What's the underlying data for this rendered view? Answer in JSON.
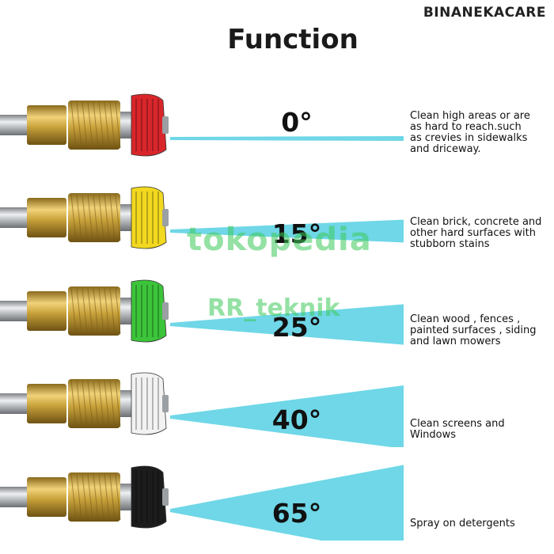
{
  "brand": "BINANEKACARE",
  "title": "Function",
  "nozzles": [
    {
      "angle": "0°",
      "color": "#d9262b",
      "description": "Clean high areas or are\nas hard to reach.such\nas crevies in sidewalks\nand driceway.",
      "spray": 0.02
    },
    {
      "angle": "15°",
      "color": "#f2d81f",
      "description": "Clean brick, concrete and\nother hard surfaces with\nstubborn stains",
      "spray": 0.18
    },
    {
      "angle": "25°",
      "color": "#3cc43a",
      "description": "Clean wood , fences ,\npainted surfaces , siding\nand lawn mowers",
      "spray": 0.32
    },
    {
      "angle": "40°",
      "color": "#f2f2f2",
      "description": "Clean screens and\nWindows",
      "spray": 0.5
    },
    {
      "angle": "65°",
      "color": "#1c1c1c",
      "description": "Spray on detergents",
      "spray": 0.72
    }
  ],
  "watermarks": {
    "primary": "tokopedia",
    "secondary": "RR_teknik"
  },
  "colors": {
    "spray": "#5fd3e4",
    "brass": "#c9a23b",
    "steel": "#b8bcc0"
  }
}
